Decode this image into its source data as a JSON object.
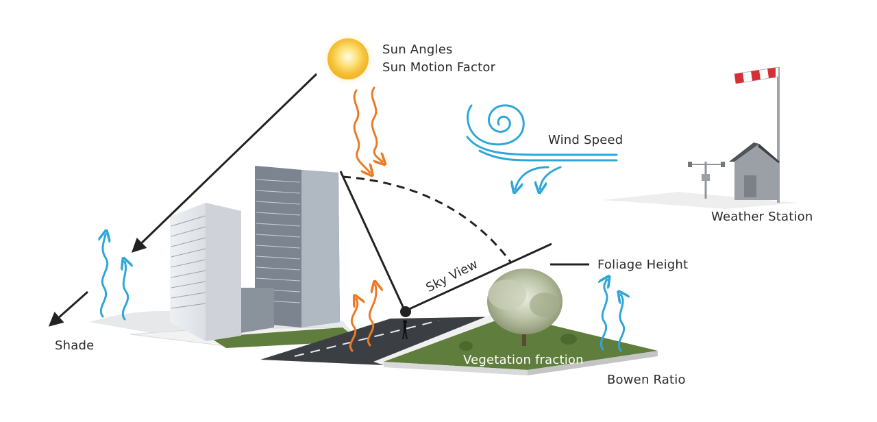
{
  "labels": {
    "sun_angles": "Sun Angles",
    "sun_motion": "Sun Motion Factor",
    "wind_speed": "Wind Speed",
    "weather_station": "Weather Station",
    "foliage_height": "Foliage Height",
    "sky_view": "Sky View",
    "shade": "Shade",
    "vegetation_fraction": "Vegetation fraction",
    "bowen_ratio": "Bowen Ratio"
  },
  "colors": {
    "heat_arrow": "#ec7a24",
    "evap_arrow": "#2ea7d8",
    "wind": "#2ea7d8",
    "line": "#222222",
    "grass": "#5f7d3c",
    "road": "#3b3f44",
    "sun": "#fcd04a"
  }
}
